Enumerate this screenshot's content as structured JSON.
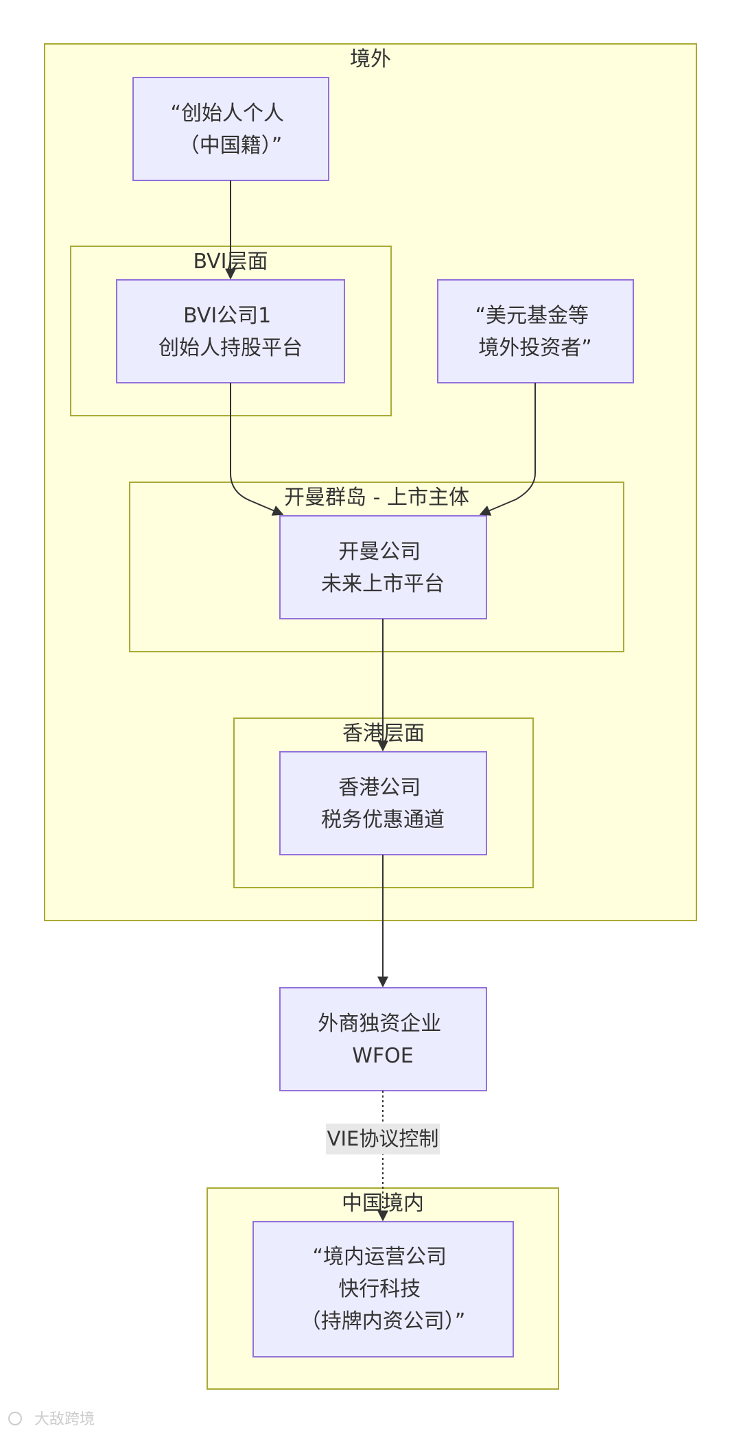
{
  "clusters": {
    "offshore": "境外",
    "bvi": "BVI层面",
    "cayman": "开曼群岛 - 上市主体",
    "hongkong": "香港层面",
    "china": "中国境内"
  },
  "nodes": {
    "founder": [
      "“创始人个人",
      "（中国籍）”"
    ],
    "bvi_company": [
      "BVI公司1",
      "创始人持股平台"
    ],
    "usd_fund": [
      "“美元基金等",
      "境外投资者”"
    ],
    "cayman_company": [
      "开曼公司",
      "未来上市平台"
    ],
    "hk_company": [
      "香港公司",
      "税务优惠通道"
    ],
    "wfoe": [
      "外商独资企业",
      "WFOE"
    ],
    "domestic_company": [
      "“境内运营公司",
      "快行科技",
      "（持牌内资公司）”"
    ]
  },
  "edges": {
    "vie_label": "VIE协议控制"
  },
  "watermark": "大敌跨境",
  "colors": {
    "cluster_fill": "#ffffde",
    "cluster_stroke": "#aaaa33",
    "node_fill": "#ececff",
    "node_stroke": "#9370db",
    "edge": "#333333",
    "text": "#333333"
  }
}
